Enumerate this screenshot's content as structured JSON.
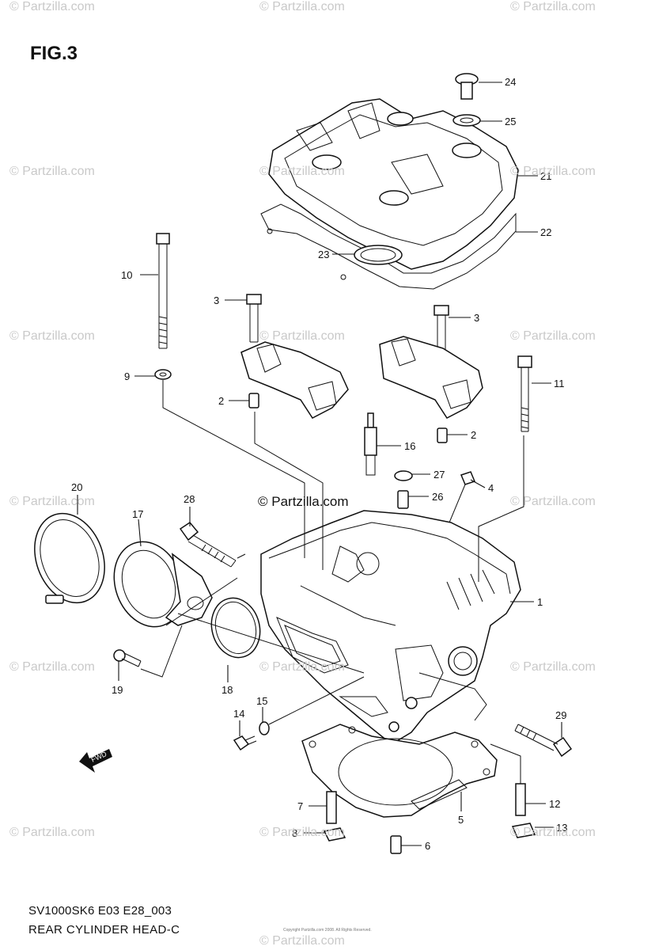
{
  "figure": {
    "title": "FIG.3",
    "code": "SV1000SK6 E03 E28_003",
    "name": "REAR CYLINDER HEAD-C",
    "center_watermark": "© Partzilla.com",
    "copyright_note": "Copyright Partzilla.com 2008. All Rights Reserved."
  },
  "watermarks": [
    "© Partzilla.com",
    "© Partzilla.com",
    "© Partzilla.com",
    "© Partzilla.com",
    "© Partzilla.com",
    "© Partzilla.com",
    "© Partzilla.com",
    "© Partzilla.com",
    "© Partzilla.com",
    "© Partzilla.com",
    "© Partzilla.com",
    "© Partzilla.com",
    "© Partzilla.com",
    "© Partzilla.com",
    "© Partzilla.com",
    "© Partzilla.com",
    "© Partzilla.com",
    "© Partzilla.com"
  ],
  "fwd_label": "FWD",
  "callouts": [
    "24",
    "25",
    "21",
    "22",
    "10",
    "3",
    "23",
    "3",
    "9",
    "11",
    "2",
    "16",
    "2",
    "27",
    "4",
    "26",
    "20",
    "28",
    "17",
    "1",
    "19",
    "18",
    "15",
    "14",
    "29",
    "7",
    "12",
    "5",
    "8",
    "13",
    "6"
  ]
}
